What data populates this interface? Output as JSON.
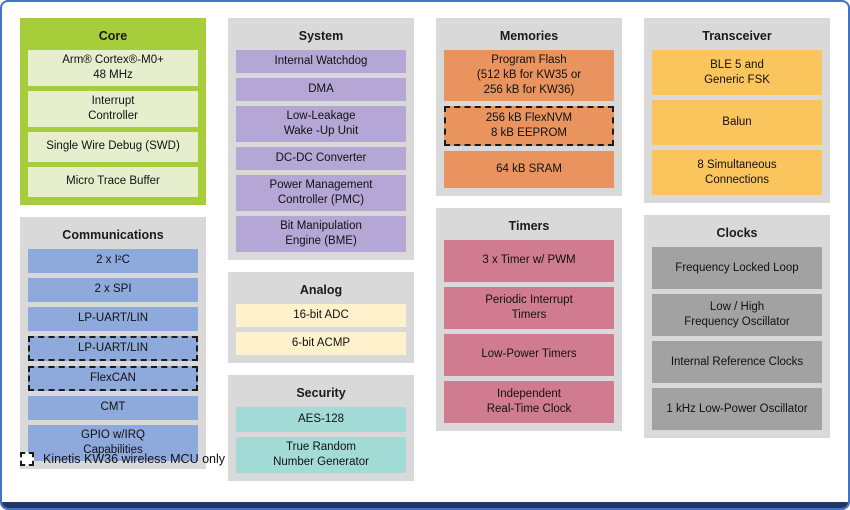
{
  "palette": {
    "frame_border": "#4472c4",
    "bottom_bar": "#1f3864",
    "group_bg": "#d9d9d9",
    "core_bg": "#a5ce3a",
    "core_item": "#e7eecd",
    "communications_item": "#8ea9db",
    "system_item": "#b4a7d5",
    "analog_item": "#fdf2cc",
    "security_item": "#a3dcd7",
    "memories_item": "#e9945e",
    "timers_item": "#d17b91",
    "transceiver_item": "#fbc55d",
    "clocks_item": "#a2a2a2"
  },
  "groups": {
    "core": {
      "title": "Core",
      "items": [
        {
          "label": "Arm® Cortex®-M0+\n48 MHz"
        },
        {
          "label": "Interrupt\nController"
        },
        {
          "label": "Single Wire Debug (SWD)"
        },
        {
          "label": "Micro Trace Buffer"
        }
      ]
    },
    "communications": {
      "title": "Communications",
      "items": [
        {
          "label": "2 x  I²C"
        },
        {
          "label": "2 x  SPI"
        },
        {
          "label": "LP-UART/LIN"
        },
        {
          "label": "LP-UART/LIN",
          "dashed": true
        },
        {
          "label": "FlexCAN",
          "dashed": true
        },
        {
          "label": "CMT"
        },
        {
          "label": "GPIO w/IRQ\nCapabilities"
        }
      ]
    },
    "system": {
      "title": "System",
      "items": [
        {
          "label": "Internal Watchdog"
        },
        {
          "label": "DMA"
        },
        {
          "label": "Low-Leakage\nWake -Up Unit"
        },
        {
          "label": "DC-DC Converter"
        },
        {
          "label": "Power Management\nController (PMC)"
        },
        {
          "label": "Bit Manipulation\nEngine (BME)"
        }
      ]
    },
    "analog": {
      "title": "Analog",
      "items": [
        {
          "label": "16-bit ADC"
        },
        {
          "label": "6-bit ACMP"
        }
      ]
    },
    "security": {
      "title": "Security",
      "items": [
        {
          "label": "AES-128"
        },
        {
          "label": "True Random\nNumber Generator"
        }
      ]
    },
    "memories": {
      "title": "Memories",
      "items": [
        {
          "label": "Program Flash\n(512 kB for KW35 or\n256 kB for KW36)"
        },
        {
          "label": "256 kB FlexNVM\n8 kB EEPROM",
          "dashed": true
        },
        {
          "label": "64 kB SRAM"
        }
      ]
    },
    "timers": {
      "title": "Timers",
      "items": [
        {
          "label": "3 x Timer w/ PWM"
        },
        {
          "label": "Periodic Interrupt\nTimers"
        },
        {
          "label": "Low-Power Timers"
        },
        {
          "label": "Independent\nReal-Time Clock"
        }
      ]
    },
    "transceiver": {
      "title": "Transceiver",
      "items": [
        {
          "label": "BLE 5 and\nGeneric FSK"
        },
        {
          "label": "Balun"
        },
        {
          "label": "8 Simultaneous\nConnections"
        }
      ]
    },
    "clocks": {
      "title": "Clocks",
      "items": [
        {
          "label": "Frequency Locked Loop"
        },
        {
          "label": "Low / High\nFrequency Oscillator"
        },
        {
          "label": "Internal Reference Clocks"
        },
        {
          "label": "1 kHz Low-Power Oscillator"
        }
      ]
    }
  },
  "legend": {
    "label": "Kinetis KW36 wireless MCU only"
  }
}
